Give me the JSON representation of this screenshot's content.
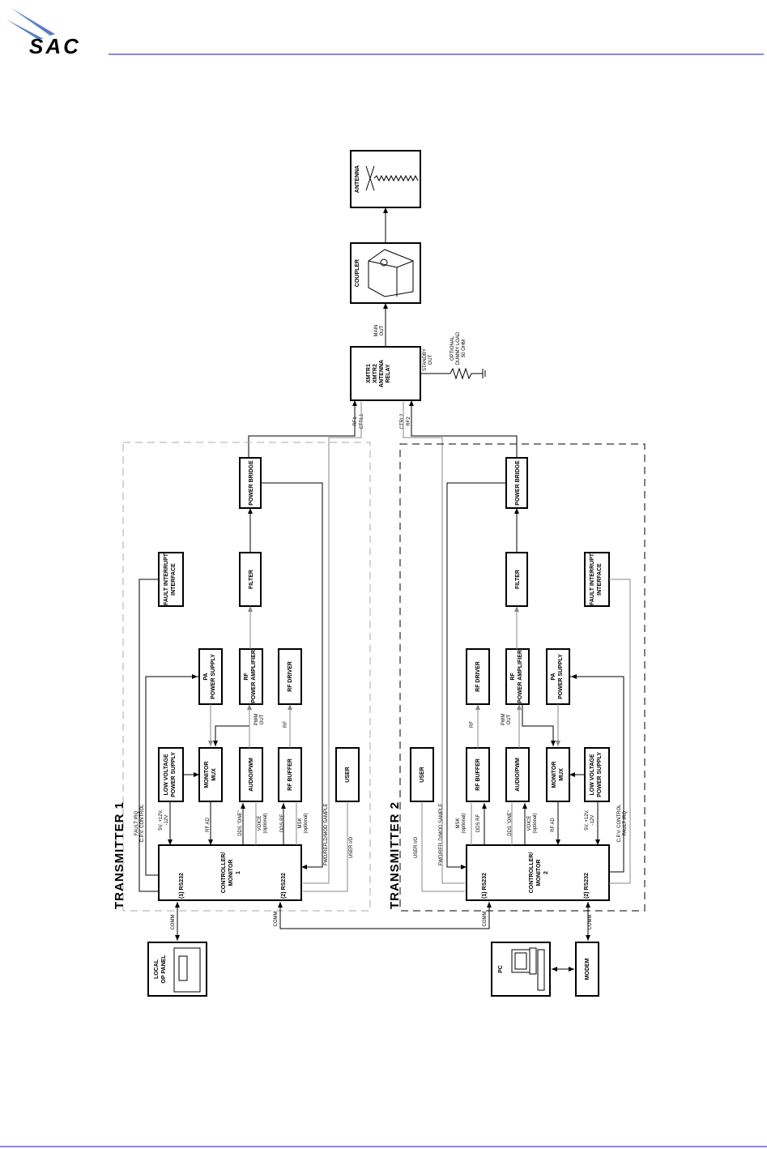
{
  "header": {
    "logo_text": "SAC",
    "accent_color": "#8a8ad6",
    "logo_color": "#5a7fc0"
  },
  "diagram": {
    "antenna": "ANTENNA",
    "coupler": "COUPLER",
    "relay": [
      "XMTR1",
      "XMTR2",
      "ANTENNA",
      "RELAY"
    ],
    "main_out": [
      "MAIN",
      "OUT"
    ],
    "standby_out": [
      "STANDBY",
      "OUT"
    ],
    "dummy_load": [
      "OPTIONAL",
      "DUMMY LOAD",
      "50 OHM"
    ],
    "rf1": "RF1",
    "ctrl1": "CTRL1",
    "ctrl2": "CTRL2",
    "rf2": "RF2",
    "tx1": {
      "title": "TRANSMITTER 1",
      "power_bridge": "POWER BRIDGE",
      "filter": "FILTER",
      "fault_interrupt": [
        "FAULT INTERRUPT",
        "INTERFACE"
      ],
      "pa_power_supply": [
        "PA",
        "POWER SUPPLY"
      ],
      "rf_power_amplifier": [
        "RF",
        "POWER AMPLIFIER"
      ],
      "rf_driver": "RF DRIVER",
      "low_voltage_ps": [
        "LOW VOLTAGE",
        "POWER SUPPLY"
      ],
      "monitor_mux": [
        "MONITOR",
        "MUX"
      ],
      "audio_pwm": "AUDIO/PWM",
      "rf_buffer": "RF BUFFER",
      "user": "USER",
      "controller": [
        "CONTROLLER/",
        "MONITOR",
        "1"
      ],
      "port1": "(1)  RS232",
      "port2": "(2)  RS232",
      "fault_irq": "FAULT IRQ",
      "cpv_control": "C.P.V. CONTROL",
      "voltages": [
        "5V, +12V,",
        "-12V"
      ],
      "rf_ad": "RF AD",
      "dds_one": "DDS \"ONE\"",
      "voice": [
        "VOICE",
        "(optional)"
      ],
      "dds_rf": "DDS RF",
      "msk": [
        "MSK",
        "(optional)"
      ],
      "fwd_sample": "FWD/REFLD/MOD SAMPLE",
      "user_io": "USER I/O",
      "pwm_out": [
        "PWM",
        "OUT"
      ],
      "rf": "RF"
    },
    "tx2": {
      "title": "TRANSMITTER 2",
      "power_bridge": "POWER BRIDGE",
      "filter": "FILTER",
      "fault_interrupt": [
        "FAULT INTERRUPT",
        "INTERFACE"
      ],
      "pa_power_supply": [
        "PA",
        "POWER SUPPLY"
      ],
      "rf_power_amplifier": [
        "RF",
        "POWER AMPLIFIER"
      ],
      "rf_driver": "RF DRIVER",
      "low_voltage_ps": [
        "LOW VOLTAGE",
        "POWER SUPPLY"
      ],
      "monitor_mux": [
        "MONITOR",
        "MUX"
      ],
      "audio_pwm": "AUDIO/PWM",
      "rf_buffer": "RF BUFFER",
      "user": "USER",
      "controller": [
        "CONTROLLER/",
        "MONITOR",
        "2"
      ],
      "port1": "(1)  RS232",
      "port2": "(2)  RS232",
      "fault_irq": "FAULT IRQ",
      "cpv_control": "C.P.V. CONTROL",
      "voltages": [
        "5V, +12V,",
        "-12V"
      ],
      "rf_ad": "RF AD",
      "dds_one": "DDS \"ONE\"",
      "voice": [
        "VOICE",
        "(optional)"
      ],
      "dds_rf": "DDS RF",
      "msk": [
        "MSK",
        "(optional)"
      ],
      "fwd_sample": "FWD/REFLD/MOD SAMPLE",
      "user_io": "USER I/O",
      "pwm_out": [
        "PWM",
        "OUT"
      ],
      "rf": "RF"
    },
    "local_panel": [
      "LOCAL",
      "OP PANEL"
    ],
    "comm": "COMM",
    "pc": "PC",
    "modem": "MODEM"
  }
}
